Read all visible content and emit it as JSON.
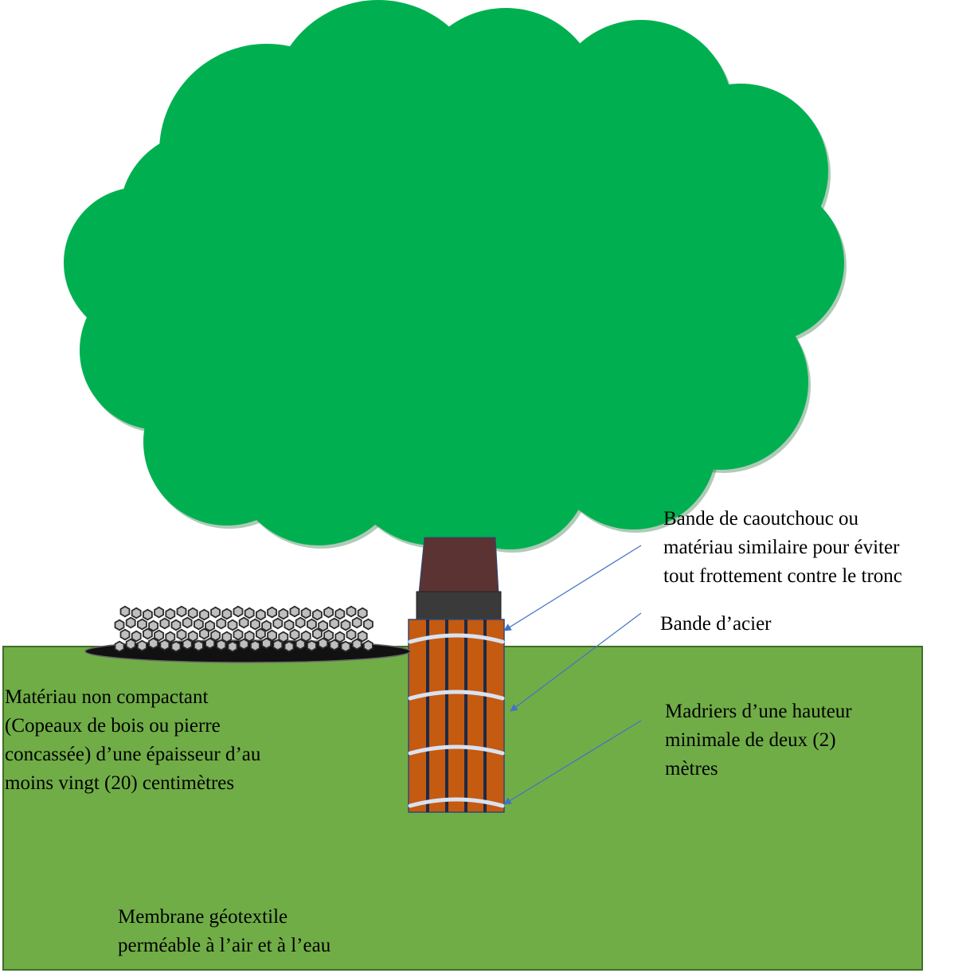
{
  "colors": {
    "foliage": "#00b050",
    "foliage_shadow": "#1a6b30",
    "trunk": "#5b3333",
    "rubber_band": "#3a3a3a",
    "planks": "#c55a11",
    "plank_outline": "#2e4a7a",
    "steel_band": "#d9e2f0",
    "grass": "#70ad47",
    "grass_outline": "#3f6f26",
    "membrane": "#111111",
    "gravel": "#bfbfbf",
    "arrow": "#4472c4"
  },
  "labels": {
    "rubber_band": [
      "Bande de caoutchouc ou",
      "matériau similaire pour éviter",
      "tout frottement contre le tronc"
    ],
    "steel_band": [
      "Bande d’acier"
    ],
    "planks": [
      "Madriers d’une hauteur",
      "minimale de deux (2)",
      "mètres"
    ],
    "mulch": [
      "Matériau non compactant",
      "(Copeaux de bois ou pierre",
      "concassée) d’une épaisseur d’au",
      "moins vingt (20) centimètres"
    ],
    "membrane": [
      "Membrane géotextile",
      "perméable à l’air et à l’eau"
    ]
  },
  "icons": {
    "tree": "tree-icon",
    "gravel": "gravel-icon"
  }
}
